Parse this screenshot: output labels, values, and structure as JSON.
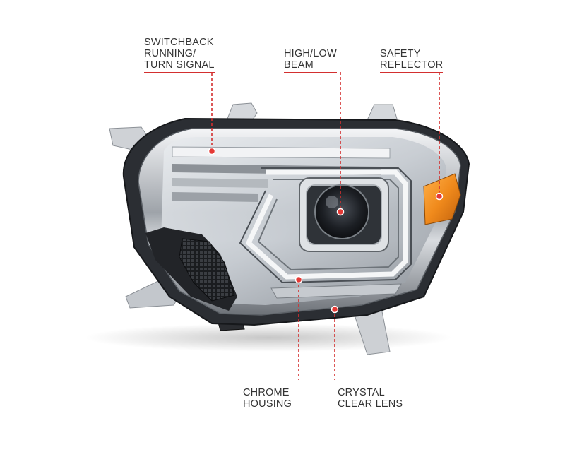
{
  "colors": {
    "accent": "#d32f2f",
    "label_text": "#333333",
    "background": "#ffffff",
    "reflector_amber": "#f08a1c"
  },
  "callouts": {
    "switchback": {
      "lines": [
        "SWITCHBACK",
        "RUNNING/",
        "TURN SIGNAL"
      ]
    },
    "beam": {
      "lines": [
        "HIGH/LOW",
        "BEAM"
      ]
    },
    "reflector": {
      "lines": [
        "SAFETY",
        "REFLECTOR"
      ]
    },
    "housing": {
      "lines": [
        "CHROME",
        "HOUSING"
      ]
    },
    "lens": {
      "lines": [
        "CRYSTAL",
        "CLEAR LENS"
      ]
    }
  }
}
